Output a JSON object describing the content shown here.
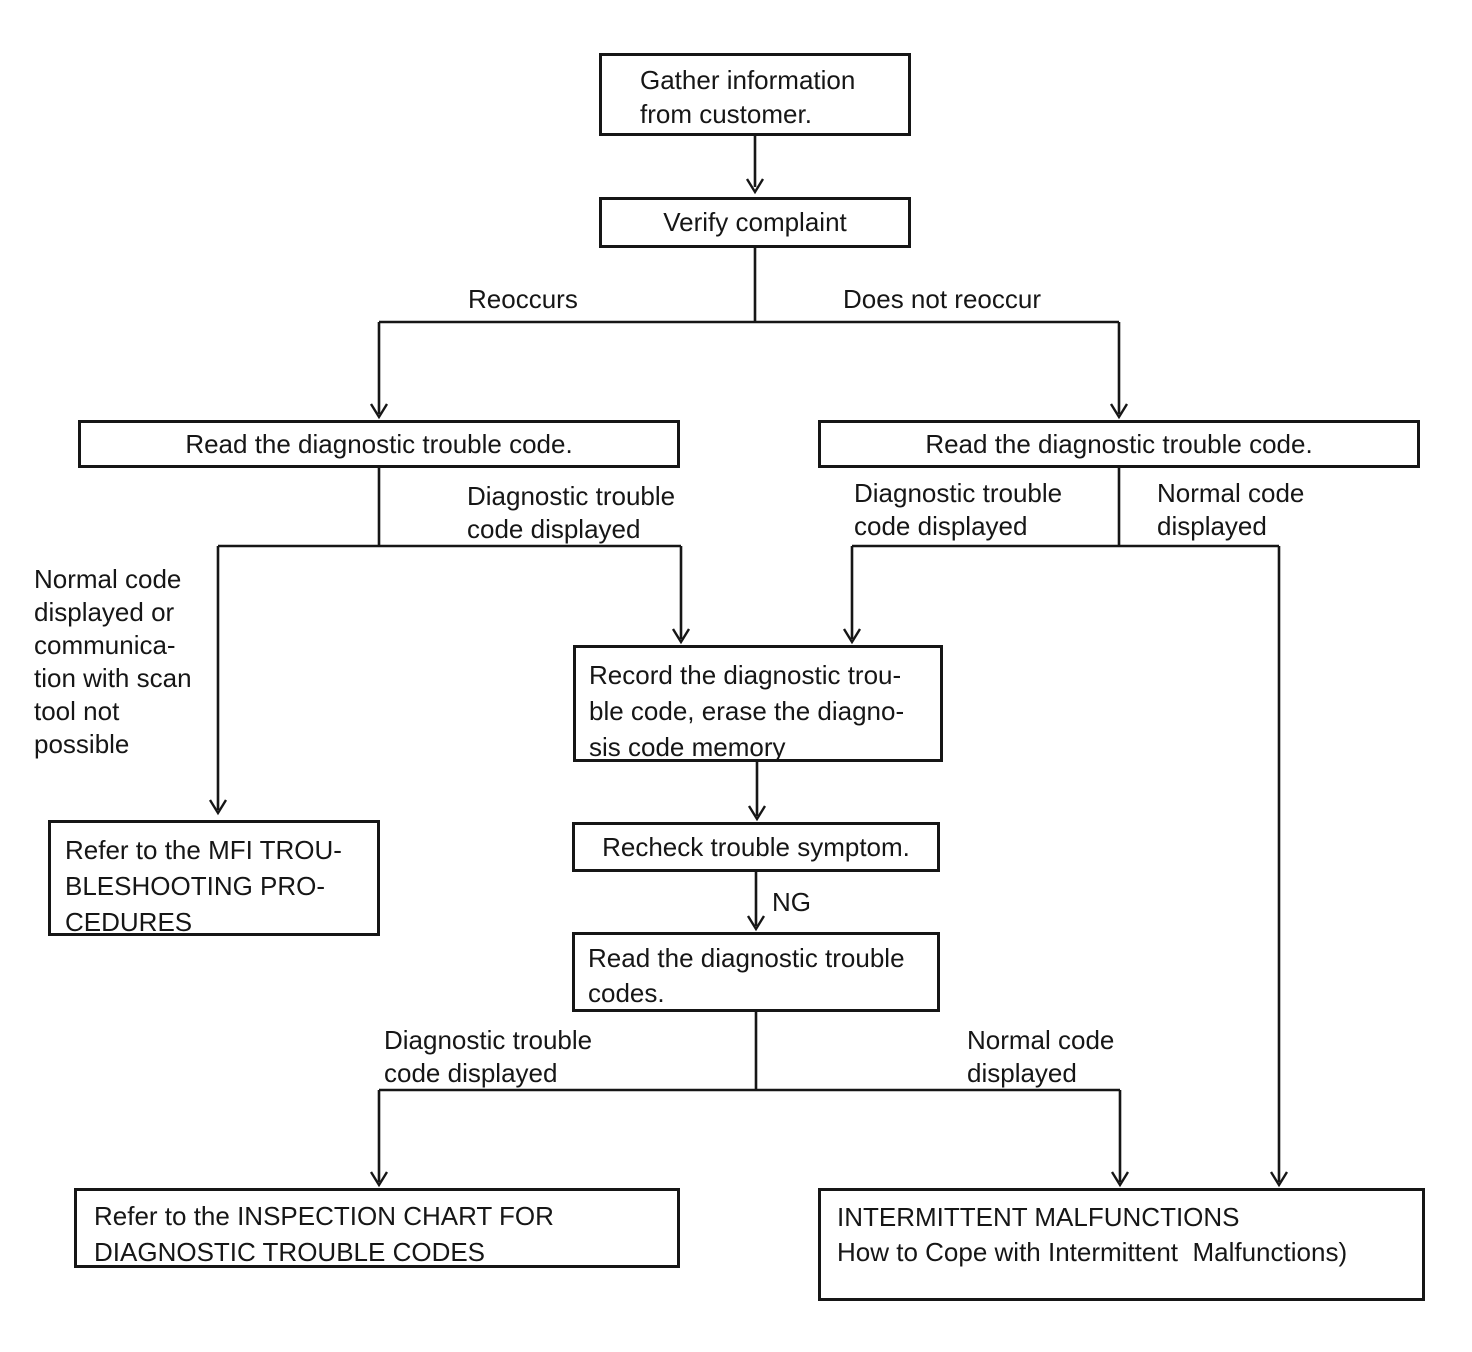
{
  "colors": {
    "ink": "#161616",
    "paper": "#ffffff"
  },
  "nodes": {
    "gather": {
      "text": "Gather information\nfrom customer."
    },
    "verify": {
      "text": "Verify complaint"
    },
    "read_left": {
      "text": "Read the diagnostic trouble code."
    },
    "read_right": {
      "text": "Read the diagnostic trouble code."
    },
    "record": {
      "text": "Record the diagnostic trou-\nble code, erase the diagno-\nsis code memory"
    },
    "recheck": {
      "text": "Recheck trouble symptom."
    },
    "read_codes": {
      "text": "Read the diagnostic trouble\ncodes."
    },
    "mfi": {
      "text": "Refer to the MFI TROU-\nBLESHOOTING PRO-\nCEDURES"
    },
    "inspection": {
      "text": "Refer to the INSPECTION CHART FOR\nDIAGNOSTIC TROUBLE CODES"
    },
    "intermittent": {
      "text": "INTERMITTENT MALFUNCTIONS\nHow to Cope with Intermittent  Malfunctions)"
    }
  },
  "labels": {
    "reoccurs": "Reoccurs",
    "does_not_reoccur": "Does not reoccur",
    "dtc_displayed_left": "Diagnostic trouble\ncode displayed",
    "dtc_displayed_right": "Diagnostic trouble\ncode displayed",
    "normal_code_right": "Normal code\ndisplayed",
    "normal_or_comm": "Normal code\ndisplayed or\ncommunica-\ntion with scan\ntool not\npossible",
    "ng": "NG",
    "dtc_displayed_bottom": "Diagnostic trouble\ncode displayed",
    "normal_code_bottom": "Normal code\ndisplayed"
  }
}
